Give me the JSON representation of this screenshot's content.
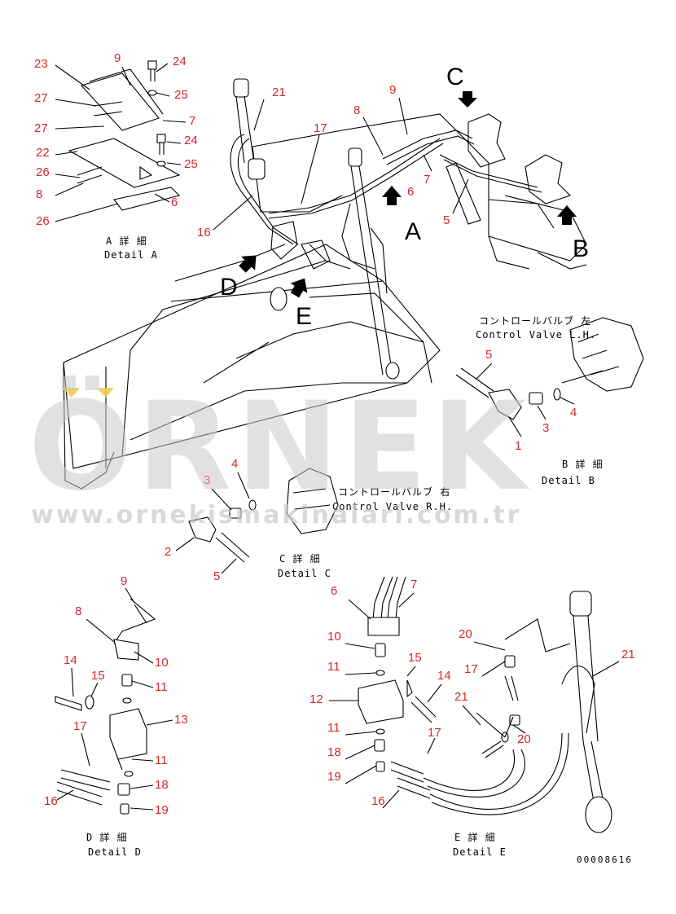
{
  "watermark": {
    "brand": "ÖRNEK",
    "url": "www.ornekismakinalari.com.tr"
  },
  "document_number": "00008616",
  "views": [
    "A",
    "B",
    "C",
    "D",
    "E"
  ],
  "details": {
    "a": {
      "jp": "A 詳 細",
      "en": "Detail A"
    },
    "b": {
      "jp": "B 詳 細",
      "en": "Detail B"
    },
    "c": {
      "jp": "C 詳 細",
      "en": "Detail C"
    },
    "d": {
      "jp": "D 詳 細",
      "en": "Detail D"
    },
    "e": {
      "jp": "E 詳 細",
      "en": "Detail E"
    }
  },
  "part_labels": {
    "control_valve_lh_jp": "コントロールバルブ 左",
    "control_valve_lh_en": "Control Valve L.H.",
    "control_valve_rh_jp": "コントロールバルブ 右",
    "control_valve_rh_en": "Control Valve R.H."
  },
  "callouts": {
    "a": [
      "23",
      "9",
      "24",
      "27",
      "25",
      "27",
      "7",
      "22",
      "24",
      "25",
      "26",
      "8",
      "6",
      "26"
    ],
    "main": [
      "21",
      "17",
      "16",
      "8",
      "9",
      "7",
      "6",
      "5"
    ],
    "b": [
      "5",
      "4",
      "3",
      "1"
    ],
    "c": [
      "4",
      "3",
      "2",
      "5"
    ],
    "d": [
      "9",
      "8",
      "14",
      "15",
      "10",
      "11",
      "17",
      "13",
      "11",
      "18",
      "16",
      "19"
    ],
    "e": [
      "6",
      "7",
      "10",
      "11",
      "15",
      "14",
      "12",
      "11",
      "17",
      "18",
      "19",
      "16",
      "20",
      "17",
      "21",
      "20",
      "21"
    ]
  },
  "colors": {
    "callout": "#d62828",
    "ink": "#000000",
    "watermark": "#c9c9c9",
    "accent": "#f2c94c"
  }
}
